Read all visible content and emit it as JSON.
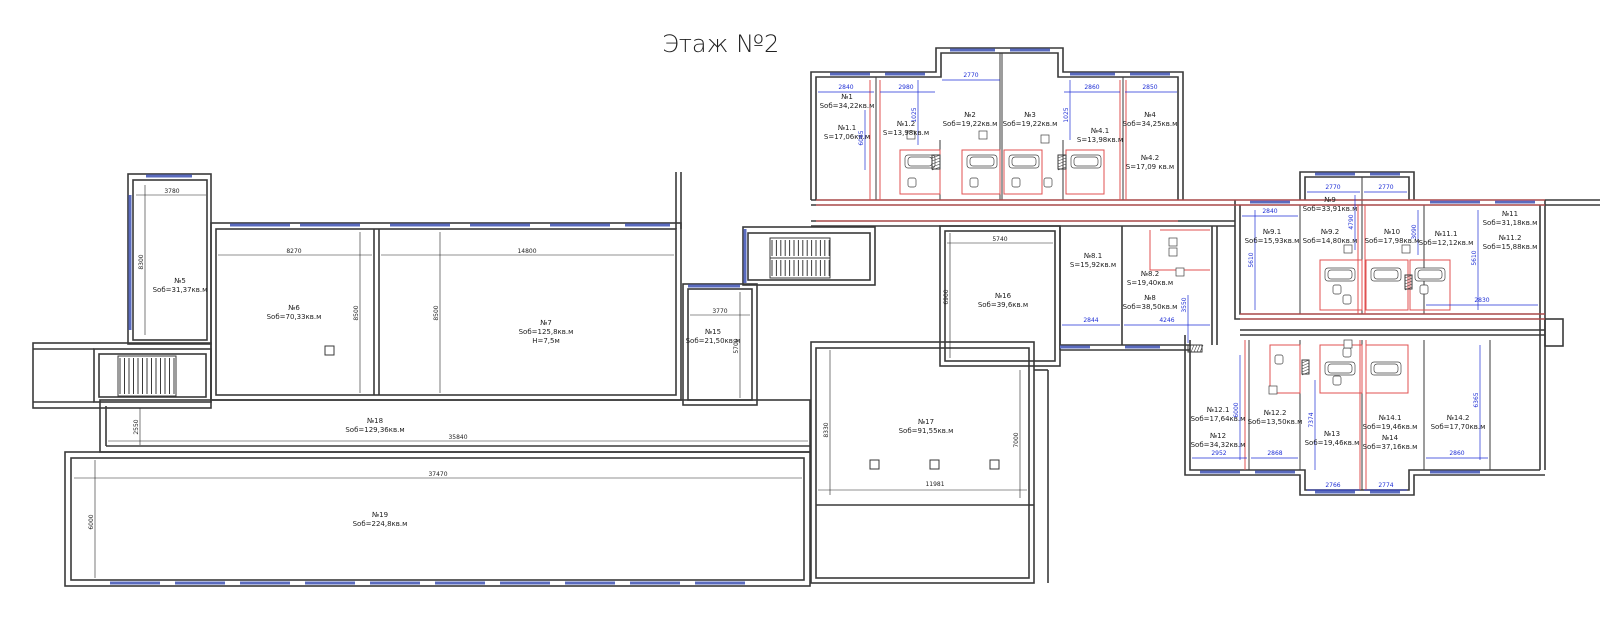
{
  "title": "Этаж №2",
  "rooms": {
    "r1": {
      "num": "№1",
      "area": "Sоб=34,22кв.м"
    },
    "r1_1": {
      "num": "№1.1",
      "area": "S=17,06кв.м"
    },
    "r1_2": {
      "num": "№1.2",
      "area": "S=13,98кв.м"
    },
    "r2": {
      "num": "№2",
      "area": "Sоб=19,22кв.м"
    },
    "r3": {
      "num": "№3",
      "area": "Sоб=19,22кв.м"
    },
    "r4": {
      "num": "№4",
      "area": "Sоб=34,25кв.м"
    },
    "r4_1": {
      "num": "№4.1",
      "area": "S=13,98кв.м"
    },
    "r4_2": {
      "num": "№4.2",
      "area": "S=17,09 кв.м"
    },
    "r5": {
      "num": "№5",
      "area": "Sоб=31,37кв.м"
    },
    "r6": {
      "num": "№6",
      "area": "Sоб=70,33кв.м"
    },
    "r7": {
      "num": "№7",
      "area": "Sоб=125,8кв.м",
      "extra": "H=7,5м"
    },
    "r8": {
      "num": "№8",
      "area": "Sоб=38,50кв.м"
    },
    "r8_1": {
      "num": "№8.1",
      "area": "S=15,92кв.м"
    },
    "r8_2": {
      "num": "№8.2",
      "area": "S=19,40кв.м"
    },
    "r9": {
      "num": "№9",
      "area": "Sоб=33,91кв.м"
    },
    "r9_1": {
      "num": "№9.1",
      "area": "Sоб=15,93кв.м"
    },
    "r9_2": {
      "num": "№9.2",
      "area": "Sоб=14,80кв.м"
    },
    "r10": {
      "num": "№10",
      "area": "Sоб=17,98кв.м"
    },
    "r11": {
      "num": "№11",
      "area": "Sоб=31,18кв.м"
    },
    "r11_1": {
      "num": "№11.1",
      "area": "Sоб=12,12кв.м"
    },
    "r11_2": {
      "num": "№11.2",
      "area": "Sоб=15,88кв.м"
    },
    "r12": {
      "num": "№12",
      "area": "Sоб=34,32кв.м"
    },
    "r12_1": {
      "num": "№12.1",
      "area": "Sоб=17,64кв.м"
    },
    "r12_2": {
      "num": "№12.2",
      "area": "Sоб=13,50кв.м"
    },
    "r13": {
      "num": "№13",
      "area": "Sоб=19,46кв.м"
    },
    "r14": {
      "num": "№14",
      "area": "Sоб=37,16кв.м"
    },
    "r14_1": {
      "num": "№14.1",
      "area": "Sоб=19,46кв.м"
    },
    "r14_2": {
      "num": "№14.2",
      "area": "Sоб=17,70кв.м"
    },
    "r15": {
      "num": "№15",
      "area": "Sоб=21,50кв.м"
    },
    "r16": {
      "num": "№16",
      "area": "Sоб=39,6кв.м"
    },
    "r17": {
      "num": "№17",
      "area": "Sоб=91,55кв.м"
    },
    "r18": {
      "num": "№18",
      "area": "Sоб=129,36кв.м"
    },
    "r19": {
      "num": "№19",
      "area": "Sоб=224,8кв.м"
    }
  },
  "dims_black": {
    "d3780": "3780",
    "d8300a": "8300",
    "d8270": "8270",
    "d8500a": "8500",
    "d14800": "14800",
    "d8500b": "8500",
    "d3770": "3770",
    "d5700": "5700",
    "d2550": "2550",
    "d35840": "35840",
    "d37470": "37470",
    "d6000": "6000",
    "d8330": "8330",
    "d7000": "7000",
    "d11981": "11981",
    "d6900": "6900",
    "d5740": "5740"
  },
  "dims_blue": {
    "d2840a": "2840",
    "d2980": "2980",
    "d1025a": "1025",
    "d6065": "6065",
    "d2770a": "2770",
    "d1025b": "1025",
    "d2860a": "2860",
    "d2850": "2850",
    "d2844": "2844",
    "d4246": "4246",
    "d3550": "3550",
    "d2840b": "2840",
    "d5610a": "5610",
    "d2770b": "2770",
    "d2770c": "2770",
    "d4790": "4790",
    "d3090": "3090",
    "d5610b": "5610",
    "d2830": "2830",
    "d6000b": "6000",
    "d2952": "2952",
    "d2868": "2868",
    "d7374": "7374",
    "d2766": "2766",
    "d2774": "2774",
    "d6365": "6365",
    "d2860b": "2860"
  }
}
